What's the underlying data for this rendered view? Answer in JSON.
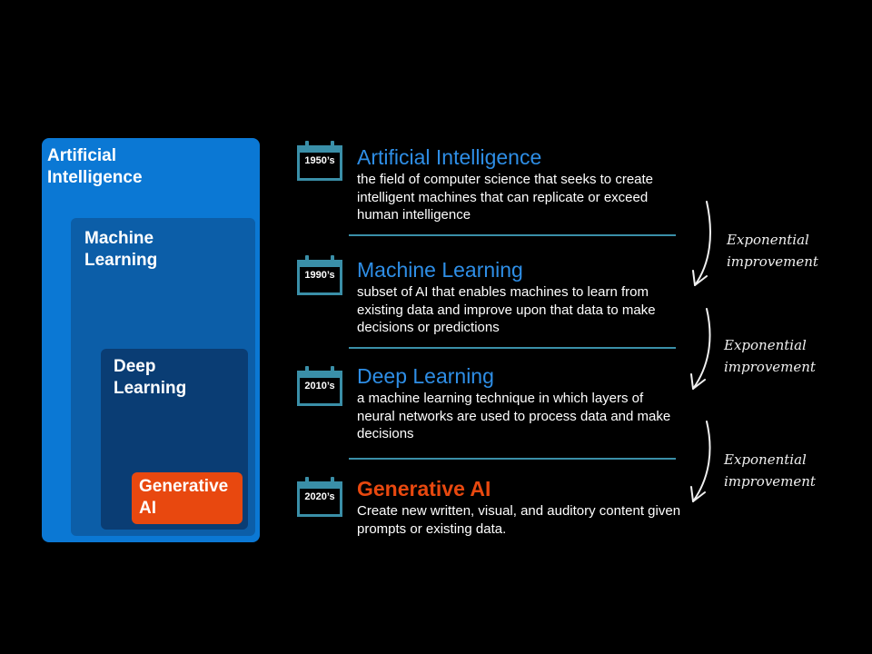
{
  "diagram": {
    "nested_boxes": {
      "ai": "Artificial Intelligence",
      "ml": "Machine Learning",
      "dl": "Deep Learning",
      "gen": "Generative AI"
    },
    "eras": [
      {
        "year": "1950’s",
        "title": "Artificial Intelligence",
        "description": "the field of computer science that seeks to create intelligent machines that can replicate or exceed human intelligence"
      },
      {
        "year": "1990’s",
        "title": "Machine Learning",
        "description": "subset of AI that enables machines to learn from existing data and improve upon that data to make decisions or predictions"
      },
      {
        "year": "2010’s",
        "title": "Deep Learning",
        "description": "a machine learning technique in which layers of neural networks are used to process data and make decisions"
      },
      {
        "year": "2020’s",
        "title": "Generative AI",
        "description": "Create new written, visual, and auditory content given prompts or existing data."
      }
    ],
    "annotations": [
      {
        "line1": "Exponential",
        "line2": "improvement"
      },
      {
        "line1": "Exponential",
        "line2": "improvement"
      },
      {
        "line1": "Exponential",
        "line2": "improvement"
      }
    ],
    "colors": {
      "background": "#000000",
      "ai_box": "#0b78d4",
      "ml_box": "#0c5ea8",
      "dl_box": "#0a3d74",
      "gen_box": "#e8480f",
      "title_blue": "#2e8ee6",
      "title_orange": "#e8480f",
      "teal": "#3a8fa8"
    }
  }
}
